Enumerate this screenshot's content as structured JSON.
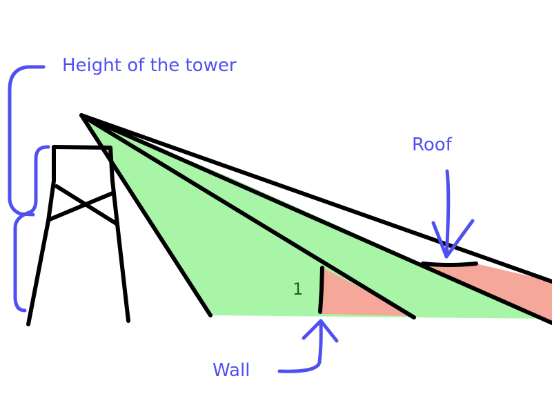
{
  "labels": {
    "height_of_tower": "Height of the tower",
    "roof": "Roof",
    "wall": "Wall",
    "wall_height": "1"
  },
  "colors": {
    "annotation": "#5050f0",
    "ink": "#000000",
    "visible_region": "#a8f5a8",
    "shadow_region": "#f5a89a",
    "wall_number": "#1f5f1f"
  }
}
